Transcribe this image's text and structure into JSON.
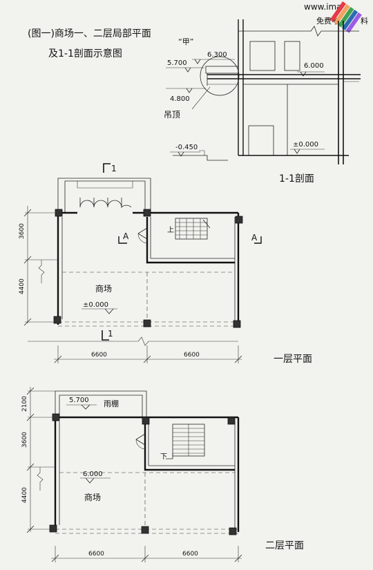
{
  "title": {
    "line1": "(图一)商场一、二层局部平面",
    "line2": "及1-1剖面示意图"
  },
  "watermark": {
    "site": "www.ima",
    "text": "免费考",
    "text2": "料"
  },
  "section": {
    "caption": "1-1剖面",
    "detail_mark": "“甲”",
    "elevations": {
      "e6300": "6.300",
      "e5700": "5.700",
      "e6000": "6.000",
      "e4800": "4.800",
      "e_neg0450": "-0.450",
      "e0000": "±0.000"
    },
    "ceiling_label": "吊顶"
  },
  "floor1": {
    "caption": "一层平面",
    "room_label": "商场",
    "elevation": "±0.000",
    "section_mark_top": "1",
    "section_mark_bottom": "1",
    "view_mark_left": "A",
    "view_mark_right": "A",
    "stair_label": "上",
    "dims": {
      "h1": "6600",
      "h2": "6600",
      "v1": "3600",
      "v2": "4400"
    }
  },
  "floor2": {
    "caption": "二层平面",
    "room_label": "商场",
    "canopy_label": "雨棚",
    "canopy_elevation": "5.700",
    "elevation": "6.000",
    "stair_label": "下",
    "dims": {
      "h1": "6600",
      "h2": "6600",
      "v0": "2100",
      "v1": "3600",
      "v2": "4400"
    }
  },
  "colors": {
    "ink": "#111111",
    "paper": "#f2f2ee",
    "accent1": "#e63946",
    "accent2": "#3fa34d",
    "accent3": "#2b6cb0"
  }
}
